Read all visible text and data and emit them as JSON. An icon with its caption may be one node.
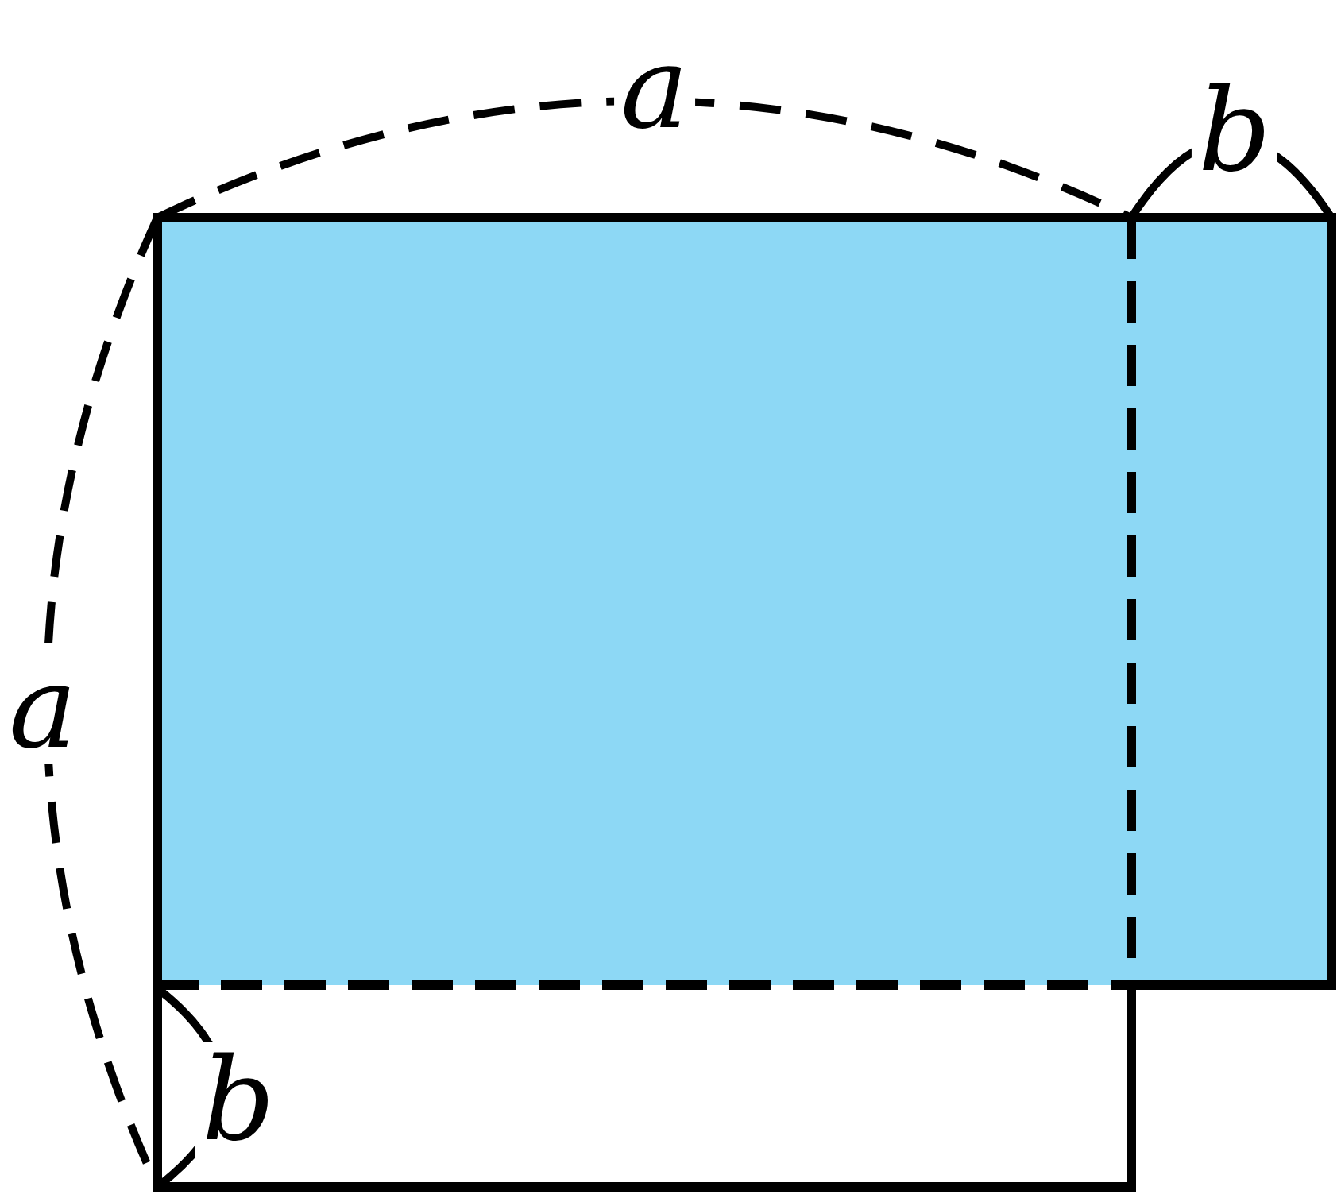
{
  "diagram": {
    "labels": [
      "a",
      "b",
      "a",
      "b"
    ]
  }
}
